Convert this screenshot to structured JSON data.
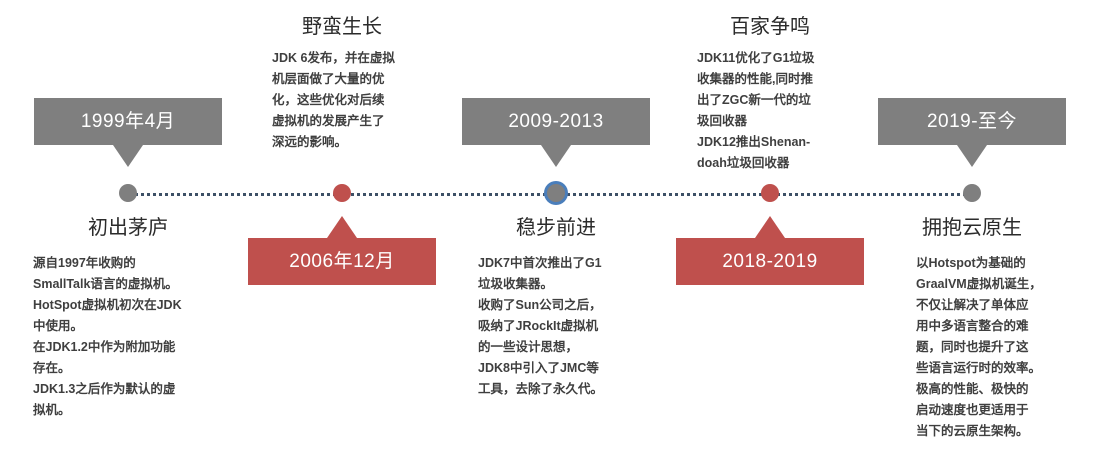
{
  "meta": {
    "title": "Java 虚拟机发展时间线",
    "colors": {
      "gray": "#7f7f7f",
      "red": "#bf504d",
      "axis": "#3d5066",
      "selected_ring": "#4a7ebb",
      "heading": "#2b2b2b",
      "body": "#3f3f3f",
      "background": "#ffffff"
    }
  },
  "timeline": {
    "nodes": [
      {
        "id": "node-1",
        "date_label": "1999年4月",
        "heading": "初出茅庐",
        "plaque_color": "gray",
        "plaque_side": "above",
        "dot_style": "gray",
        "body_lines": [
          "源自1997年收购的",
          "SmallTalk语言的虚拟机。",
          "HotSpot虚拟机初次在JDK",
          "中使用。",
          "在JDK1.2中作为附加功能",
          "存在。",
          "JDK1.3之后作为默认的虚",
          "拟机。"
        ]
      },
      {
        "id": "node-2",
        "date_label": "2006年12月",
        "heading": "野蛮生长",
        "plaque_color": "red",
        "plaque_side": "below",
        "dot_style": "red",
        "body_lines": [
          "JDK 6发布，并在虚拟",
          "机层面做了大量的优",
          "化，这些优化对后续",
          "虚拟机的发展产生了",
          "深远的影响。"
        ]
      },
      {
        "id": "node-3",
        "date_label": "2009-2013",
        "heading": "稳步前进",
        "plaque_color": "gray",
        "plaque_side": "above",
        "dot_style": "selected",
        "body_lines": [
          "JDK7中首次推出了G1",
          "垃圾收集器。",
          "收购了Sun公司之后，",
          "吸纳了JRockIt虚拟机",
          "的一些设计思想，",
          "JDK8中引入了JMC等",
          "工具，去除了永久代。"
        ]
      },
      {
        "id": "node-4",
        "date_label": "2018-2019",
        "heading": "百家争鸣",
        "plaque_color": "red",
        "plaque_side": "below",
        "dot_style": "red",
        "body_lines": [
          "JDK11优化了G1垃圾",
          "收集器的性能,同时推",
          "出了ZGC新一代的垃",
          "圾回收器",
          "JDK12推出Shenan-",
          "doah垃圾回收器"
        ]
      },
      {
        "id": "node-5",
        "date_label": "2019-至今",
        "heading": "拥抱云原生",
        "plaque_color": "gray",
        "plaque_side": "above",
        "dot_style": "gray",
        "body_lines": [
          "以Hotspot为基础的",
          "GraalVM虚拟机诞生，",
          "不仅让解决了单体应",
          "用中多语言整合的难",
          "题，同时也提升了这",
          "些语言运行时的效率。",
          "极高的性能、极快的",
          "启动速度也更适用于",
          "当下的云原生架构。"
        ]
      }
    ]
  }
}
